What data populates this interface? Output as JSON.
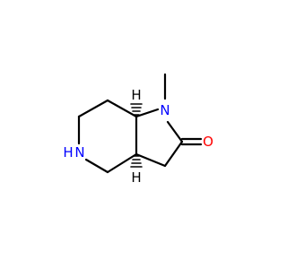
{
  "molecule": {
    "atoms": {
      "N1": {
        "symbol": "N",
        "color": "#0000ff"
      },
      "N5": {
        "symbol": "N",
        "color": "#0000ff"
      },
      "H5": {
        "symbol": "H",
        "color": "#0000ff"
      },
      "O": {
        "symbol": "O",
        "color": "#ff0000"
      },
      "H7a": {
        "symbol": "H",
        "color": "#000000"
      },
      "H3a": {
        "symbol": "H",
        "color": "#000000"
      }
    },
    "bond_color": "#000000",
    "background": "#ffffff"
  }
}
